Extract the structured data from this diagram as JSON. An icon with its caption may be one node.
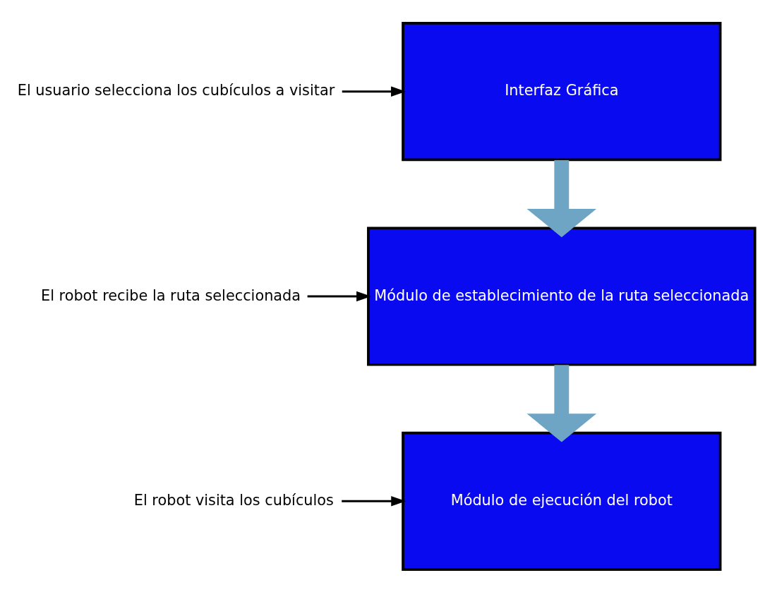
{
  "diagram": {
    "nodes": [
      {
        "text": [
          "Interfaz Gráfica"
        ]
      },
      {
        "text": [
          "Módulo de establecimiento de la ruta seleccionada"
        ]
      },
      {
        "text": [
          "Módulo de ejecución del robot"
        ]
      },
      {
        "text": [
          "El usuario selecciona los cubículos a visitar"
        ]
      },
      {
        "text": [
          "El robot recibe la ruta seleccionada"
        ]
      },
      {
        "text": [
          "El robot visita los cubículos"
        ]
      }
    ],
    "edges": [
      {
        "from": 0,
        "to": 1,
        "arrow": "to",
        "style": "thick",
        "color": "#6fa5c4"
      },
      {
        "from": 1,
        "to": 2,
        "arrow": "to",
        "style": "thick",
        "color": "#6fa5c4"
      },
      {
        "from": 3,
        "to": 0,
        "arrow": "to"
      },
      {
        "from": 4,
        "to": 1,
        "arrow": "to"
      },
      {
        "from": 5,
        "to": 2,
        "arrow": "to"
      }
    ]
  }
}
